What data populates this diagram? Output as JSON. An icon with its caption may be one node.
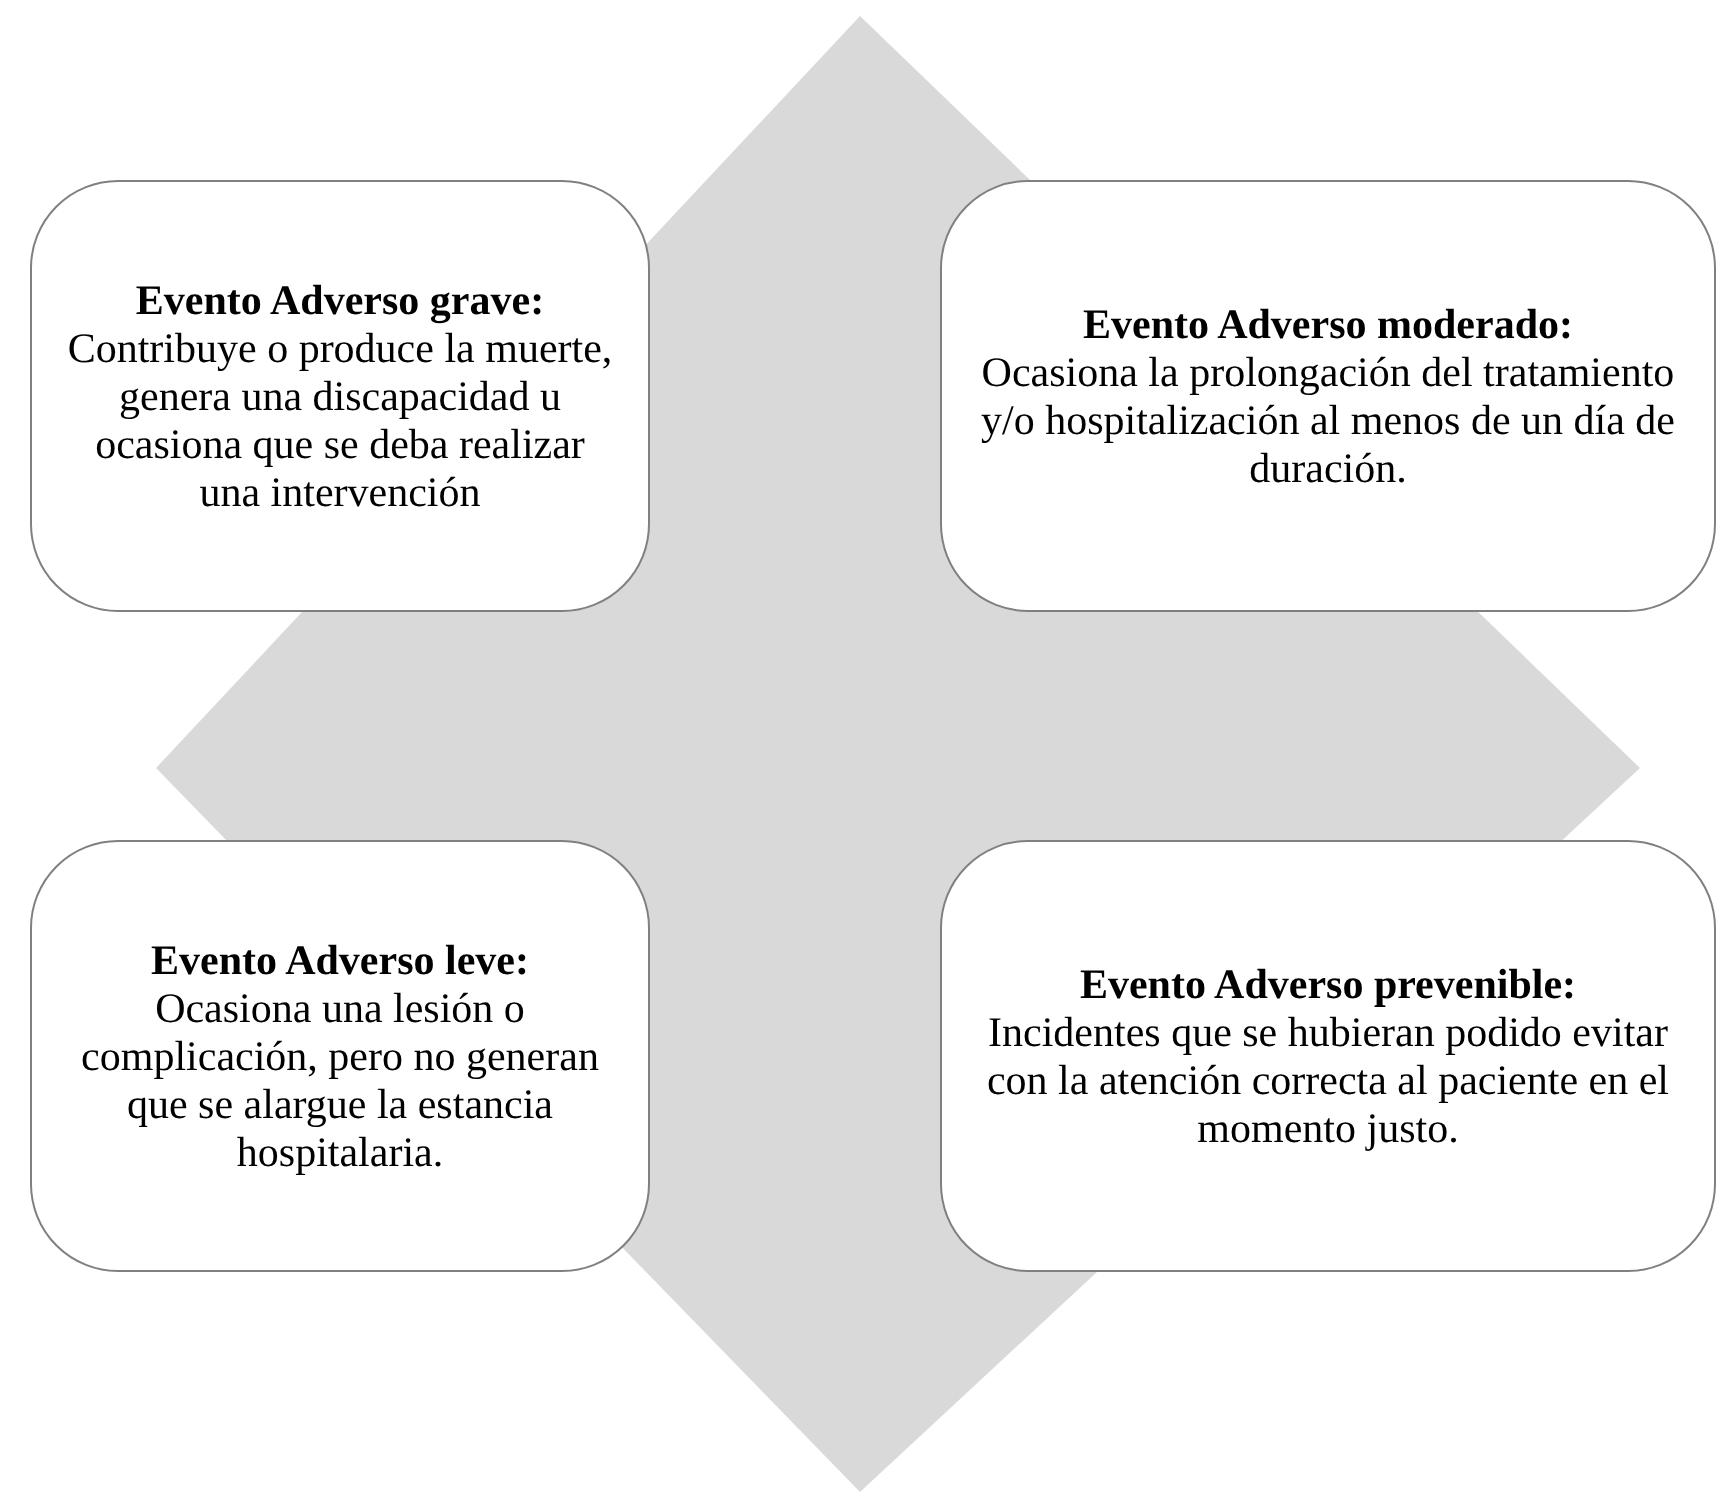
{
  "diagram": {
    "nodes": [
      {
        "text": [
          "Evento Adverso grave:",
          "Contribuye o produce la muerte, genera una discapacidad u ocasiona que se deba realizar una intervención"
        ]
      },
      {
        "text": [
          "Evento Adverso moderado:",
          "Ocasiona la prolongación del tratamiento y/o hospitalización al menos de un día de duración."
        ]
      },
      {
        "text": [
          "Evento Adverso leve:",
          "Ocasiona una lesión o complicación, pero no generan que se alargue la estancia hospitalaria."
        ]
      },
      {
        "text": [
          "Evento Adverso prevenible:",
          "Incidentes que se hubieran podido evitar con la atención correcta al paciente en el momento justo."
        ]
      }
    ]
  }
}
